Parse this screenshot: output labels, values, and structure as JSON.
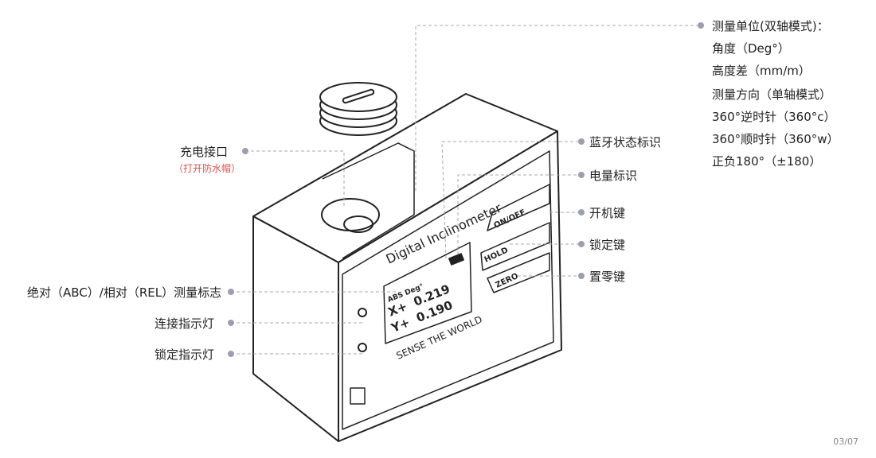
{
  "device": {
    "name": "Digital Inclinometer",
    "slogan": "SENSE THE WORLD",
    "buttons": [
      "ON/OFF",
      "HOLD",
      "ZERO"
    ],
    "display": {
      "mode": "ABS Deg°",
      "x_line": "X+  0.219",
      "y_line": "Y+  0.190"
    }
  },
  "labels_left": {
    "charge_port": "充电接口",
    "charge_port_note": "（打开防水帽）",
    "abs_rel": "绝对（ABC）/相对（REL）测量标志",
    "connect_led": "连接指示灯",
    "lock_led": "锁定指示灯"
  },
  "labels_right": {
    "bluetooth": "蓝牙状态标识",
    "battery": "电量标识",
    "power_key": "开机键",
    "lock_key": "锁定键",
    "zero_key": "置零键"
  },
  "specs": [
    "测量单位(双轴模式)：",
    "角度（Deg°）",
    "高度差（mm/m）",
    "测量方向（单轴模式）",
    "360°逆时针（360°c）",
    "360°顺时针（360°w）",
    "正负180°（±180）"
  ],
  "page": "03/07"
}
